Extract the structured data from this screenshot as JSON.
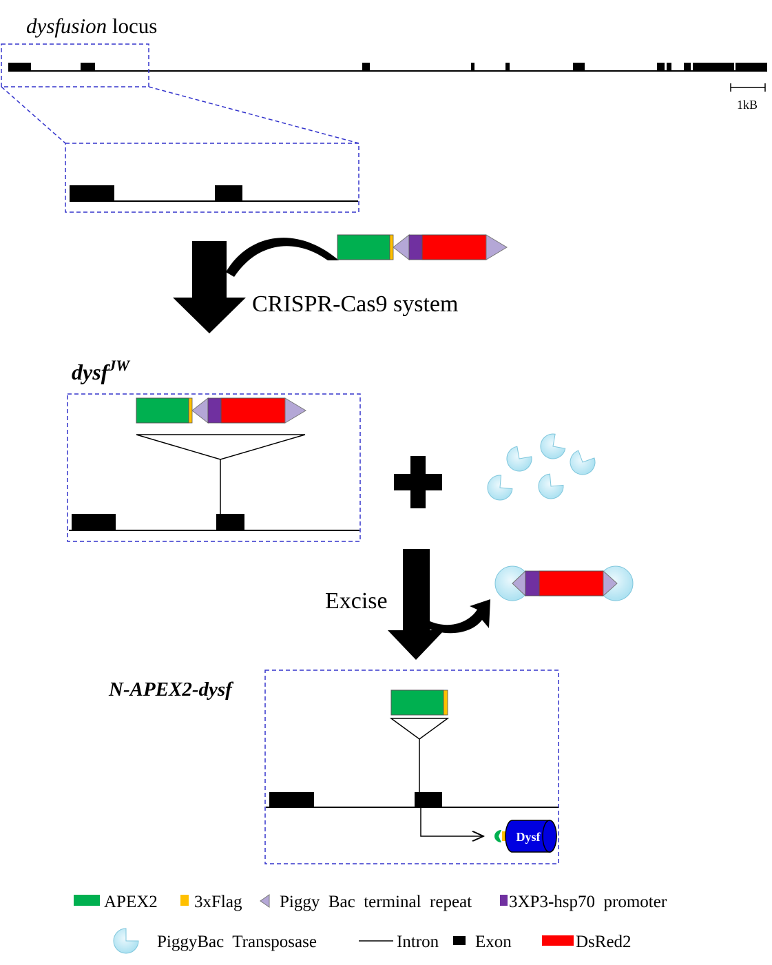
{
  "locus": {
    "title_italic": "dysfusion",
    "title_rest": " locus",
    "scale_label": "1kB"
  },
  "crispr_label": "CRISPR-Cas9 system",
  "dysf_jw": {
    "base": "dysf",
    "sup": "JW"
  },
  "excise_label": "Excise",
  "napex": {
    "label": "N-APEX2-dysf",
    "protein_label": "Dysf"
  },
  "legend": {
    "apex2": "APEX2",
    "flag": "3xFlag",
    "terminal_repeat": "Piggy  Bac  terminal  repeat",
    "promoter": "3XP3-hsp70  promoter",
    "transposase": "PiggyBac  Transposase",
    "intron": "Intron",
    "exon": "Exon",
    "dsred": "DsRed2"
  },
  "colors": {
    "apex2": "#00b050",
    "flag": "#ffc000",
    "terminal_repeat": "#b4a7d6",
    "promoter": "#7030a0",
    "dsred": "#ff0000",
    "transposase": "#bde8f5",
    "dysf_protein": "#0000e0",
    "dashed_box": "#3333cc"
  }
}
